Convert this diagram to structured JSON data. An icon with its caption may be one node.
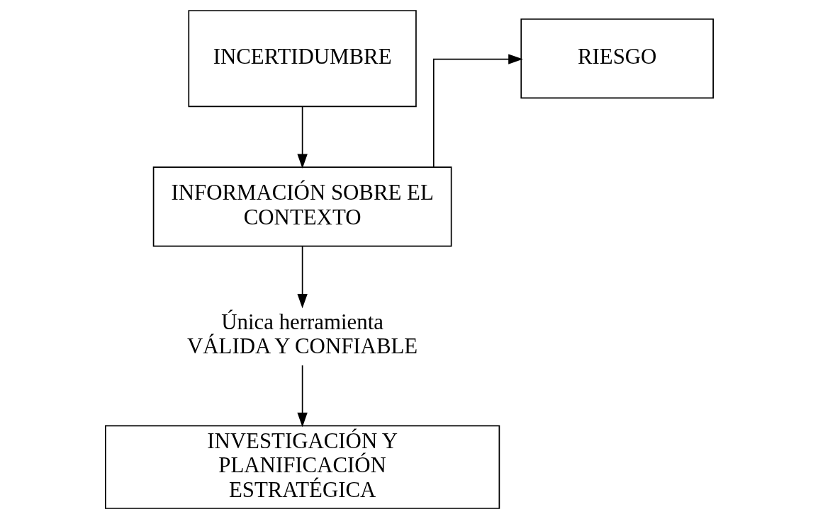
{
  "diagram": {
    "nodes": [
      {
        "text": [
          "INCERTIDUMBRE"
        ]
      },
      {
        "text": [
          "RIESGO"
        ]
      },
      {
        "text": [
          "INFORMACIÓN SOBRE EL CONTEXTO"
        ]
      },
      {
        "text": [
          "Única herramienta VÁLIDA Y CONFIABLE"
        ]
      },
      {
        "text": [
          "INVESTIGACIÓN Y PLANIFICACIÓN ESTRATÉGICA"
        ]
      }
    ],
    "edges": [
      {
        "from": 0,
        "to": 2,
        "arrow": "to"
      },
      {
        "from": 2,
        "to": 1,
        "arrow": "to"
      },
      {
        "from": 2,
        "to": 3,
        "arrow": "to"
      },
      {
        "from": 3,
        "to": 4,
        "arrow": "to"
      }
    ]
  }
}
